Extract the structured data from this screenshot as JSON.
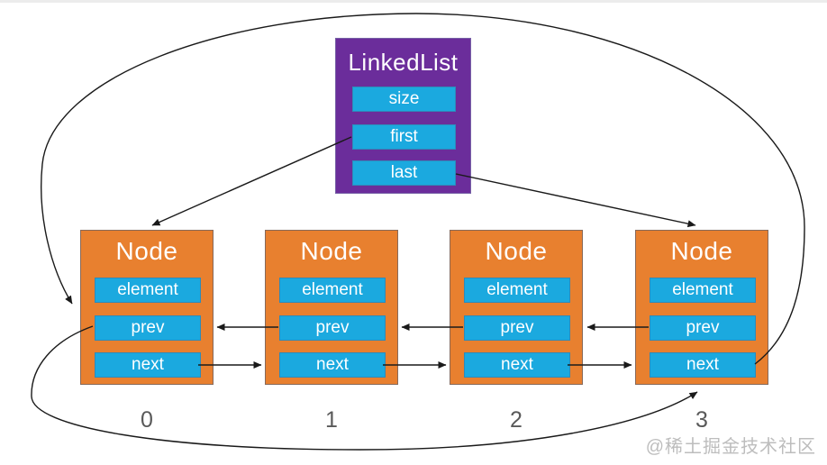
{
  "diagram": {
    "type": "doubly-linked-list",
    "linked_list": {
      "title": "LinkedList",
      "fields": [
        "size",
        "first",
        "last"
      ]
    },
    "nodes": [
      {
        "title": "Node",
        "fields": [
          "element",
          "prev",
          "next"
        ],
        "index": "0"
      },
      {
        "title": "Node",
        "fields": [
          "element",
          "prev",
          "next"
        ],
        "index": "1"
      },
      {
        "title": "Node",
        "fields": [
          "element",
          "prev",
          "next"
        ],
        "index": "2"
      },
      {
        "title": "Node",
        "fields": [
          "element",
          "prev",
          "next"
        ],
        "index": "3"
      }
    ],
    "arrows": [
      "first -> node0",
      "last -> node3",
      "node0.next -> node1",
      "node1.next -> node2",
      "node2.next -> node3",
      "node1.prev -> node0",
      "node2.prev -> node1",
      "node3.prev -> node2",
      "node3.next -> node0 (big curve over top)",
      "node0.prev -> node3 (big curve under bottom)"
    ],
    "colors": {
      "purple": "#6B2D9B",
      "orange": "#E8802F",
      "cyan": "#1BA9DF",
      "line": "#1a1a1a",
      "index_text": "#595959",
      "watermark_text": "#bdbdbd"
    }
  },
  "watermark": "@稀土掘金技术社区"
}
